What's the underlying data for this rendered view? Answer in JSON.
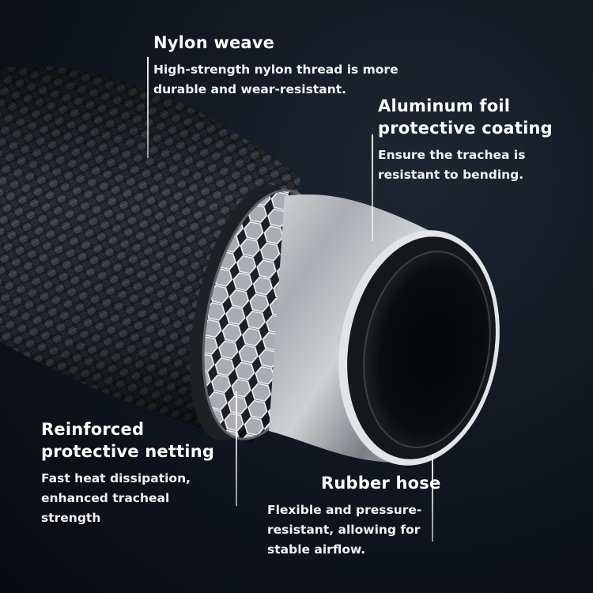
{
  "callouts": {
    "nylon": {
      "title": "Nylon weave",
      "desc_line1": "High-strength nylon thread is more",
      "desc_line2": "durable and wear-resistant."
    },
    "aluminum": {
      "title_line1": "Aluminum foil",
      "title_line2": "protective coating",
      "desc_line1": "Ensure the trachea is",
      "desc_line2": "resistant to bending."
    },
    "netting": {
      "title_line1": "Reinforced",
      "title_line2": "protective netting",
      "desc_line1": "Fast heat dissipation,",
      "desc_line2": "enhanced tracheal",
      "desc_line3": "strength"
    },
    "rubber": {
      "title": "Rubber hose",
      "desc_line1": "Flexible and pressure-",
      "desc_line2": "resistant, allowing for",
      "desc_line3": "stable airflow."
    }
  },
  "colors": {
    "background": "#0d1017",
    "text": "#ffffff",
    "braid": "#2a2c30",
    "metal": "#c9ccd1",
    "rubber": "#101114"
  }
}
